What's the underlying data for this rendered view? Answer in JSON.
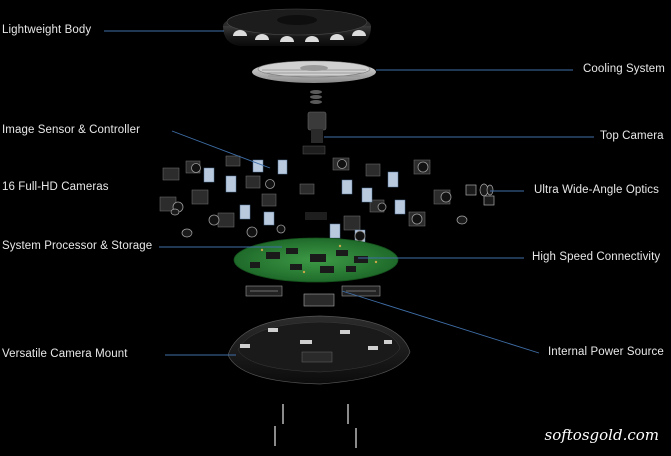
{
  "labels": {
    "lightweight_body": "Lightweight Body",
    "cooling_system": "Cooling System",
    "image_sensor": "Image Sensor & Controller",
    "top_camera": "Top Camera",
    "full_hd_cameras": "16 Full-HD Cameras",
    "ultra_wide": "Ultra Wide-Angle Optics",
    "processor": "System Processor & Storage",
    "connectivity": "High Speed Connectivity",
    "camera_mount": "Versatile Camera Mount",
    "power_source": "Internal Power Source"
  },
  "watermark": "softosgold.com",
  "colors": {
    "background": "#000000",
    "leader_line": "#3f6fa8",
    "text": "#e8e8e8",
    "pcb": "#2f8a3a",
    "body": "#151515"
  }
}
